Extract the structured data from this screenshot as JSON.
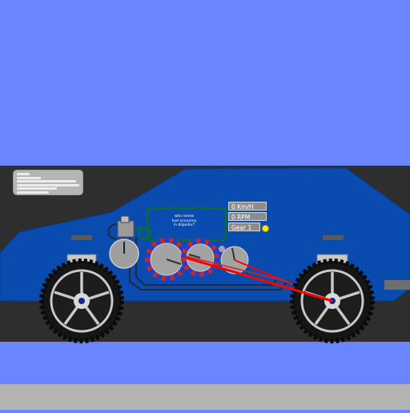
{
  "hud": {
    "speed": "0 Km/H",
    "rpm": "0 RPM",
    "gear": "Gear 1",
    "gear_indicator_color": "#ffe600"
  },
  "dashboard": {
    "screen_text_lines": [
      "who needs",
      "fuel economy",
      "in dilpodor?"
    ]
  },
  "colors": {
    "sky": "#6b85ff",
    "body": "#0a4bb0",
    "ground": "#2e2e2e",
    "road": "#b3b3b3",
    "gear_red": "#c62828",
    "gear_blue": "#1e3fd0",
    "link_red": "#ff0000"
  },
  "icons": {
    "wheel": "wheel-icon",
    "gear": "gear-icon",
    "piston": "piston-icon",
    "indicator": "indicator-light-icon"
  }
}
